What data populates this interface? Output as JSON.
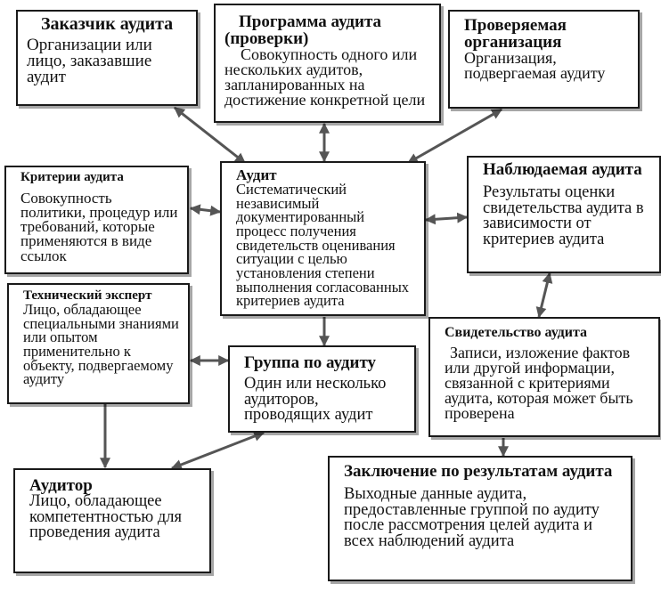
{
  "diagram": {
    "colors": {
      "line": "#555555",
      "border": "#1a1a1a",
      "background": "#ffffff"
    },
    "boxes": {
      "customer": {
        "title": "Заказчик аудита",
        "text": "Организации или лицо, заказавшие аудит"
      },
      "program": {
        "title": "Программа аудита (проверки)",
        "text": "Совокупность одного или нескольких аудитов, запланированных на достижение конкретной цели"
      },
      "auditee": {
        "title": "Проверяемая организация",
        "text": "Организация, подвергаемая аудиту"
      },
      "criteria": {
        "title": "Критерии аудита",
        "text": "Совокупность политики, процедур или требований, которые применяются в виде ссылок"
      },
      "audit": {
        "title": "Аудит",
        "text": "Систематический независимый документированный процесс получения свидетельств оценивания ситуации с целью установления степени выполнения согласованных критериев аудита"
      },
      "findings": {
        "title": "Наблюдаемая аудита",
        "text": "Результаты оценки свидетельства аудита в зависимости от критериев аудита"
      },
      "expert": {
        "title": "Технический эксперт",
        "text": "Лицо, обладающее специальными знаниями или опытом применительно к объекту, подвергаемому аудиту"
      },
      "team": {
        "title": "Группа по аудиту",
        "text": "Один или несколько аудиторов, проводящих аудит"
      },
      "evidence": {
        "title": "Свидетельство аудита",
        "text": "Записи, изложение фактов или другой информации, связанной с критериями аудита, которая может быть проверена"
      },
      "auditor": {
        "title": "Аудитор",
        "text": "Лицо, обладающее компетентностью для проведения аудита"
      },
      "conclusion": {
        "title": "Заключение по результатам аудита",
        "text": "Выходные данные аудита, предоставленные группой по аудиту после рассмотрения целей аудита и всех наблюдений аудита"
      }
    }
  }
}
